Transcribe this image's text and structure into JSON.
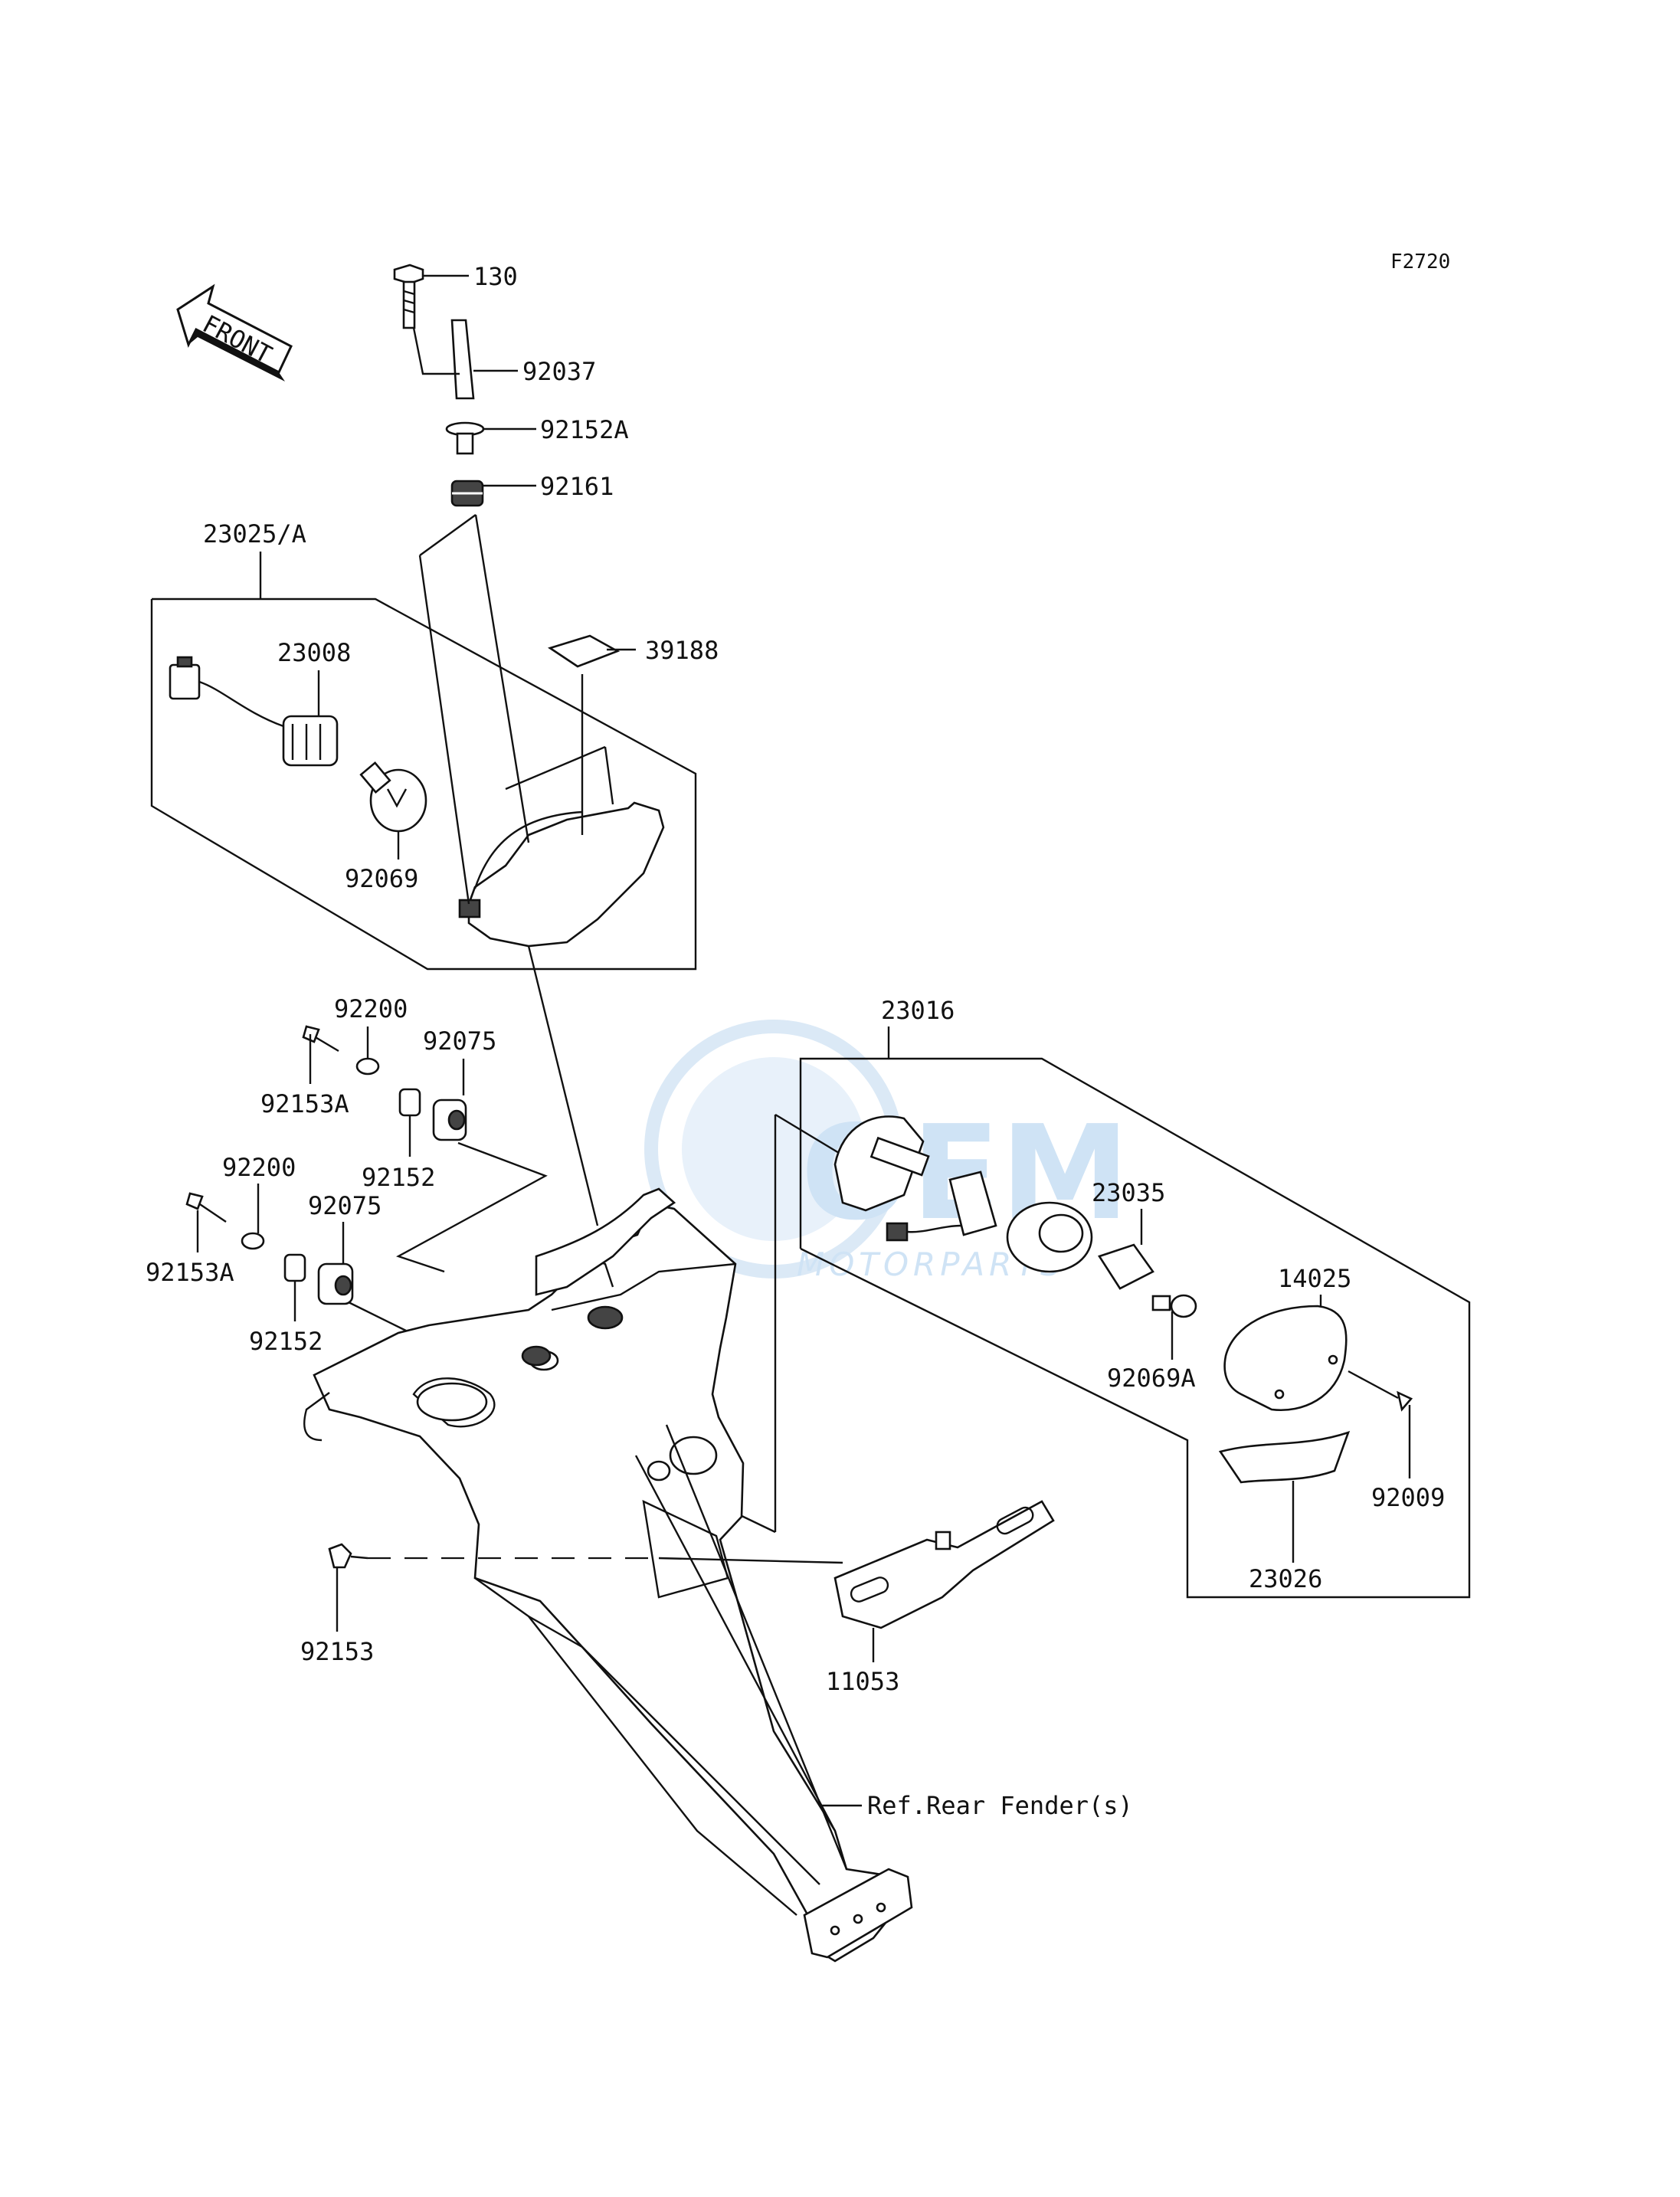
{
  "diagram": {
    "figure_code": "F2720",
    "front_arrow_label": "FRONT",
    "watermark": {
      "main": "OEM",
      "sub": "MOTORPARTS"
    },
    "callouts": {
      "p130": "130",
      "p92037": "92037",
      "p92152A": "92152A",
      "p92161": "92161",
      "p23025A": "23025/A",
      "p23008": "23008",
      "p39188": "39188",
      "p92069": "92069",
      "p92200_a": "92200",
      "p92075_a": "92075",
      "p92153A_a": "92153A",
      "p92152_a": "92152",
      "p92200_b": "92200",
      "p92075_b": "92075",
      "p92153A_b": "92153A",
      "p92152_b": "92152",
      "p23016": "23016",
      "p23035": "23035",
      "p14025": "14025",
      "p92069A": "92069A",
      "p92009": "92009",
      "p23026": "23026",
      "p92153": "92153",
      "p11053": "11053",
      "ref_rear_fender": "Ref.Rear Fender(s)"
    }
  }
}
